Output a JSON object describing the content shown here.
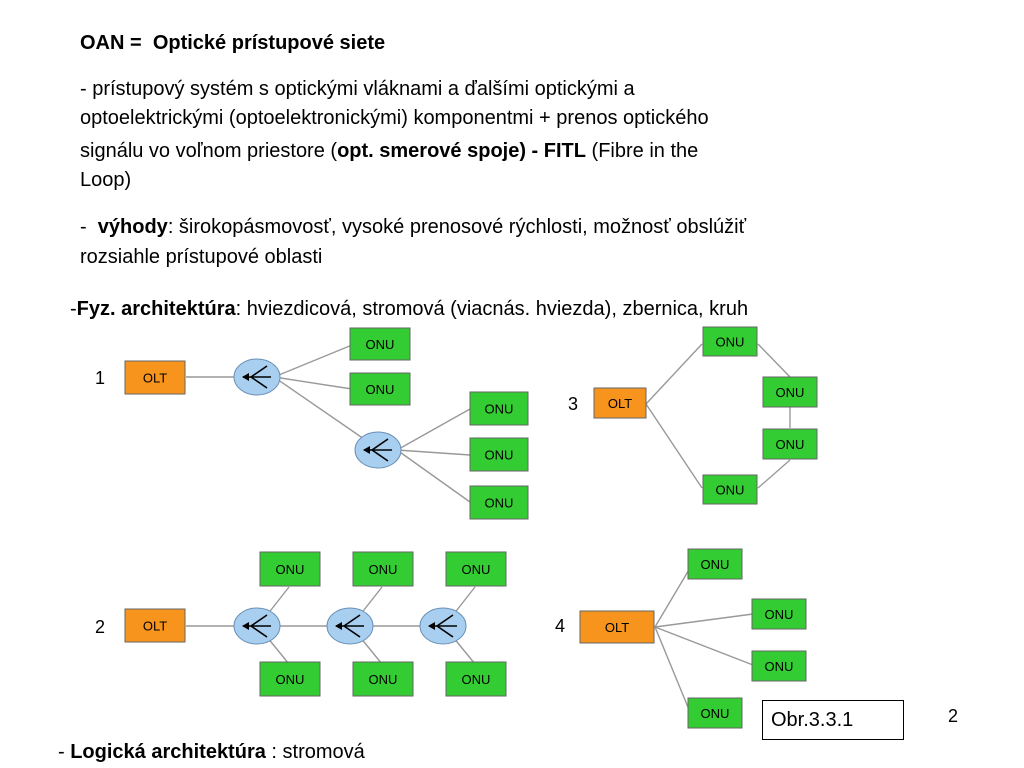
{
  "heading": {
    "term": "OAN =",
    "definition": "Optické prístupové siete"
  },
  "paragraph1": {
    "line1": "- prístupový systém s optickými vláknami a ďalšími optickými a",
    "line2": "optoelektrickými (optoelektronickými) komponentmi  +  prenos optického",
    "line3_pre": "signálu vo voľnom priestore (",
    "line3_bold": "opt. smerové spoje)  - FITL",
    "line3_post": " (Fibre in the",
    "line4": "Loop)"
  },
  "paragraph2": {
    "prefix": "-  ",
    "bold": "výhody",
    "rest": ": širokopásmovosť, vysoké prenosové rýchlosti, možnosť obslúžiť",
    "line2": "rozsiahle prístupové oblasti"
  },
  "architecture": {
    "prefix": "-",
    "bold": "Fyz. architektúra",
    "rest": ": hviezdicová, stromová (viacnás. hviezda), zbernica, kruh"
  },
  "diagram": {
    "olt_label": "OLT",
    "onu_label": "ONU",
    "numbers": [
      "1",
      "2",
      "3",
      "4"
    ],
    "colors": {
      "olt": "#F7941D",
      "onu": "#33CC33",
      "splitter": "#A8CFF0",
      "line": "#999999"
    }
  },
  "figure_ref": "Obr.3.3.1",
  "page_number": "2",
  "logical": {
    "prefix": "- ",
    "bold": "Logická architektúra",
    "rest": " : stromová"
  }
}
